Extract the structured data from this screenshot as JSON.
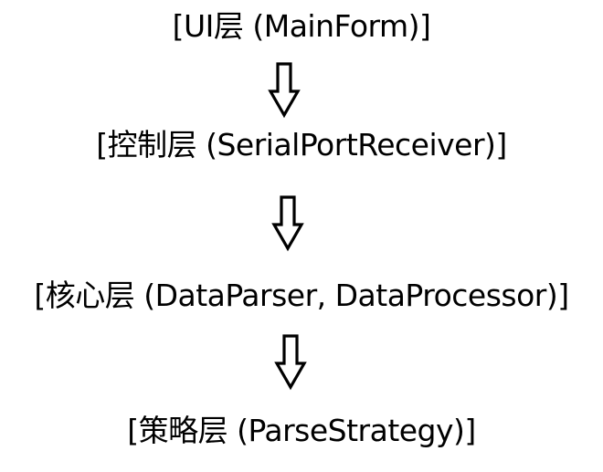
{
  "diagram": {
    "layers": [
      {
        "id": "ui",
        "text": "[UI层 (MainForm)]"
      },
      {
        "id": "control",
        "text": "[控制层 (SerialPortReceiver)]"
      },
      {
        "id": "core",
        "text": "[核心层 (DataParser, DataProcessor)]"
      },
      {
        "id": "strategy",
        "text": "[策略层 (ParseStrategy)]"
      }
    ],
    "arrows": [
      {
        "from": "ui",
        "to": "control",
        "icon": "down-arrow-icon"
      },
      {
        "from": "control",
        "to": "core",
        "icon": "down-arrow-icon"
      },
      {
        "from": "core",
        "to": "strategy",
        "icon": "down-arrow-icon"
      }
    ],
    "colors": {
      "text": "#000000",
      "arrow_stroke": "#000000",
      "arrow_fill": "#ffffff",
      "background": "#ffffff"
    }
  }
}
